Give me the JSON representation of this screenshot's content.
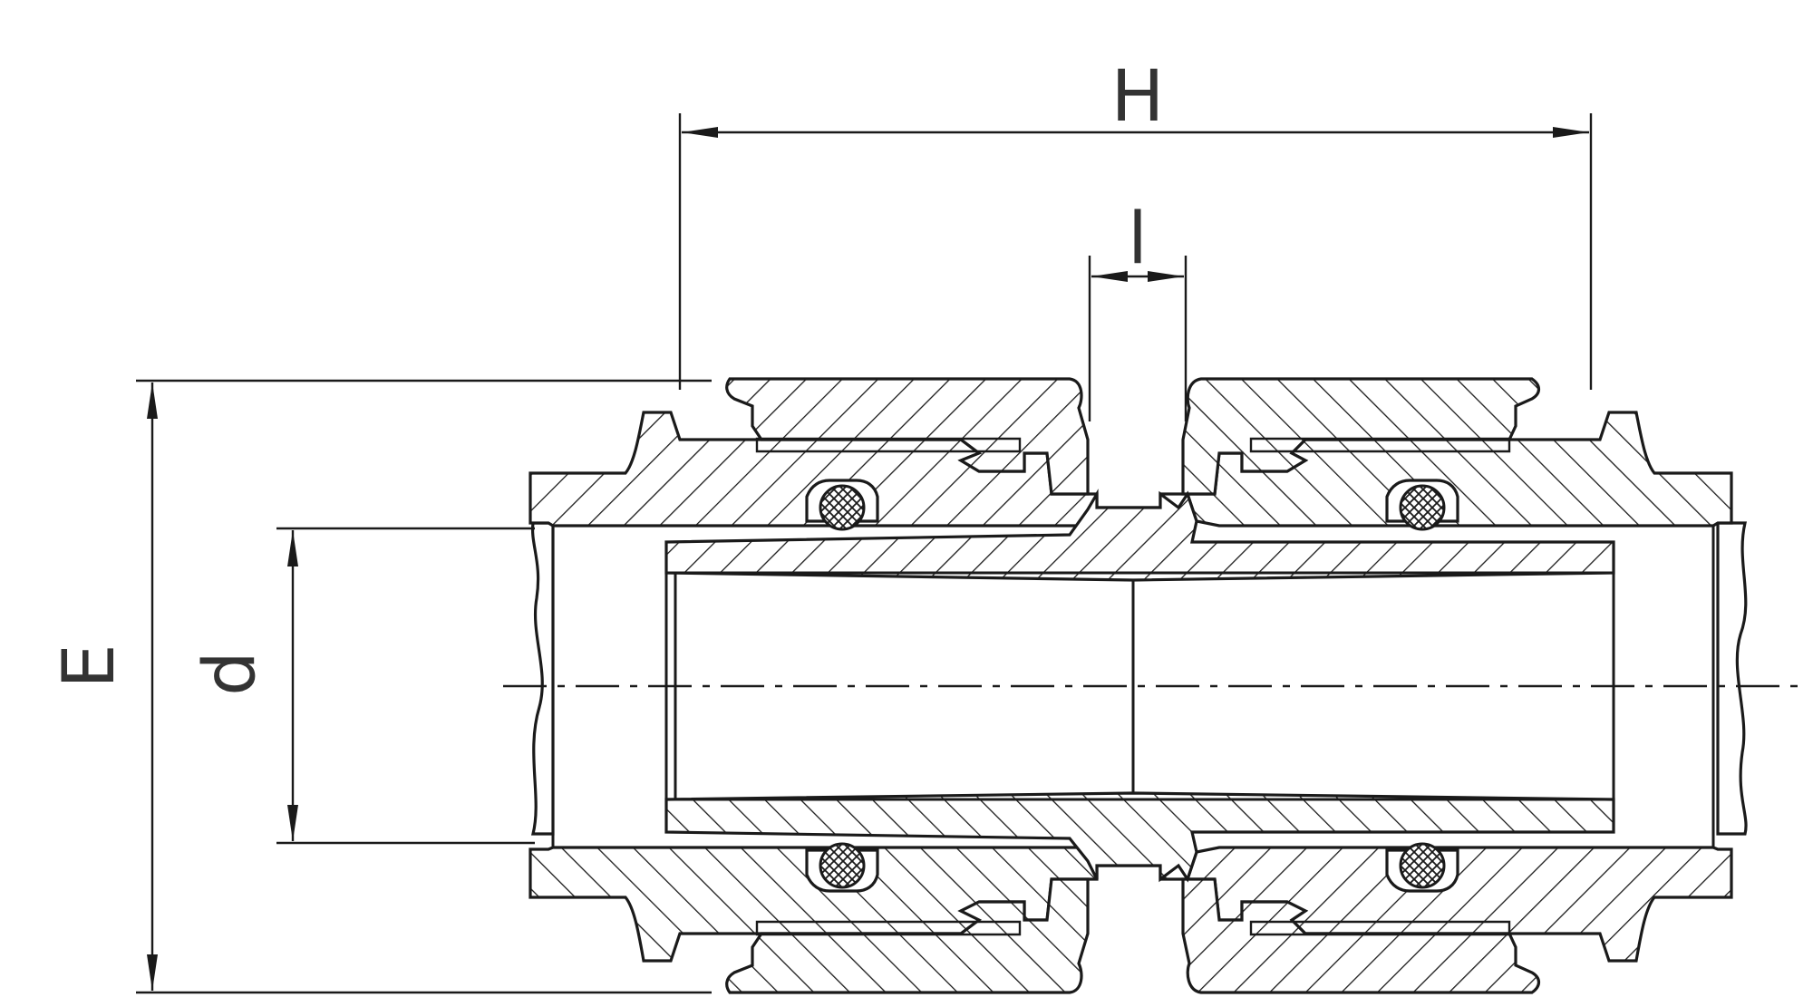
{
  "diagram": {
    "labels": {
      "H": "H",
      "l": "l",
      "E": "E",
      "d": "d"
    },
    "colors": {
      "ink": "#1a1a1a",
      "label": "#333333",
      "background": "#ffffff"
    }
  }
}
